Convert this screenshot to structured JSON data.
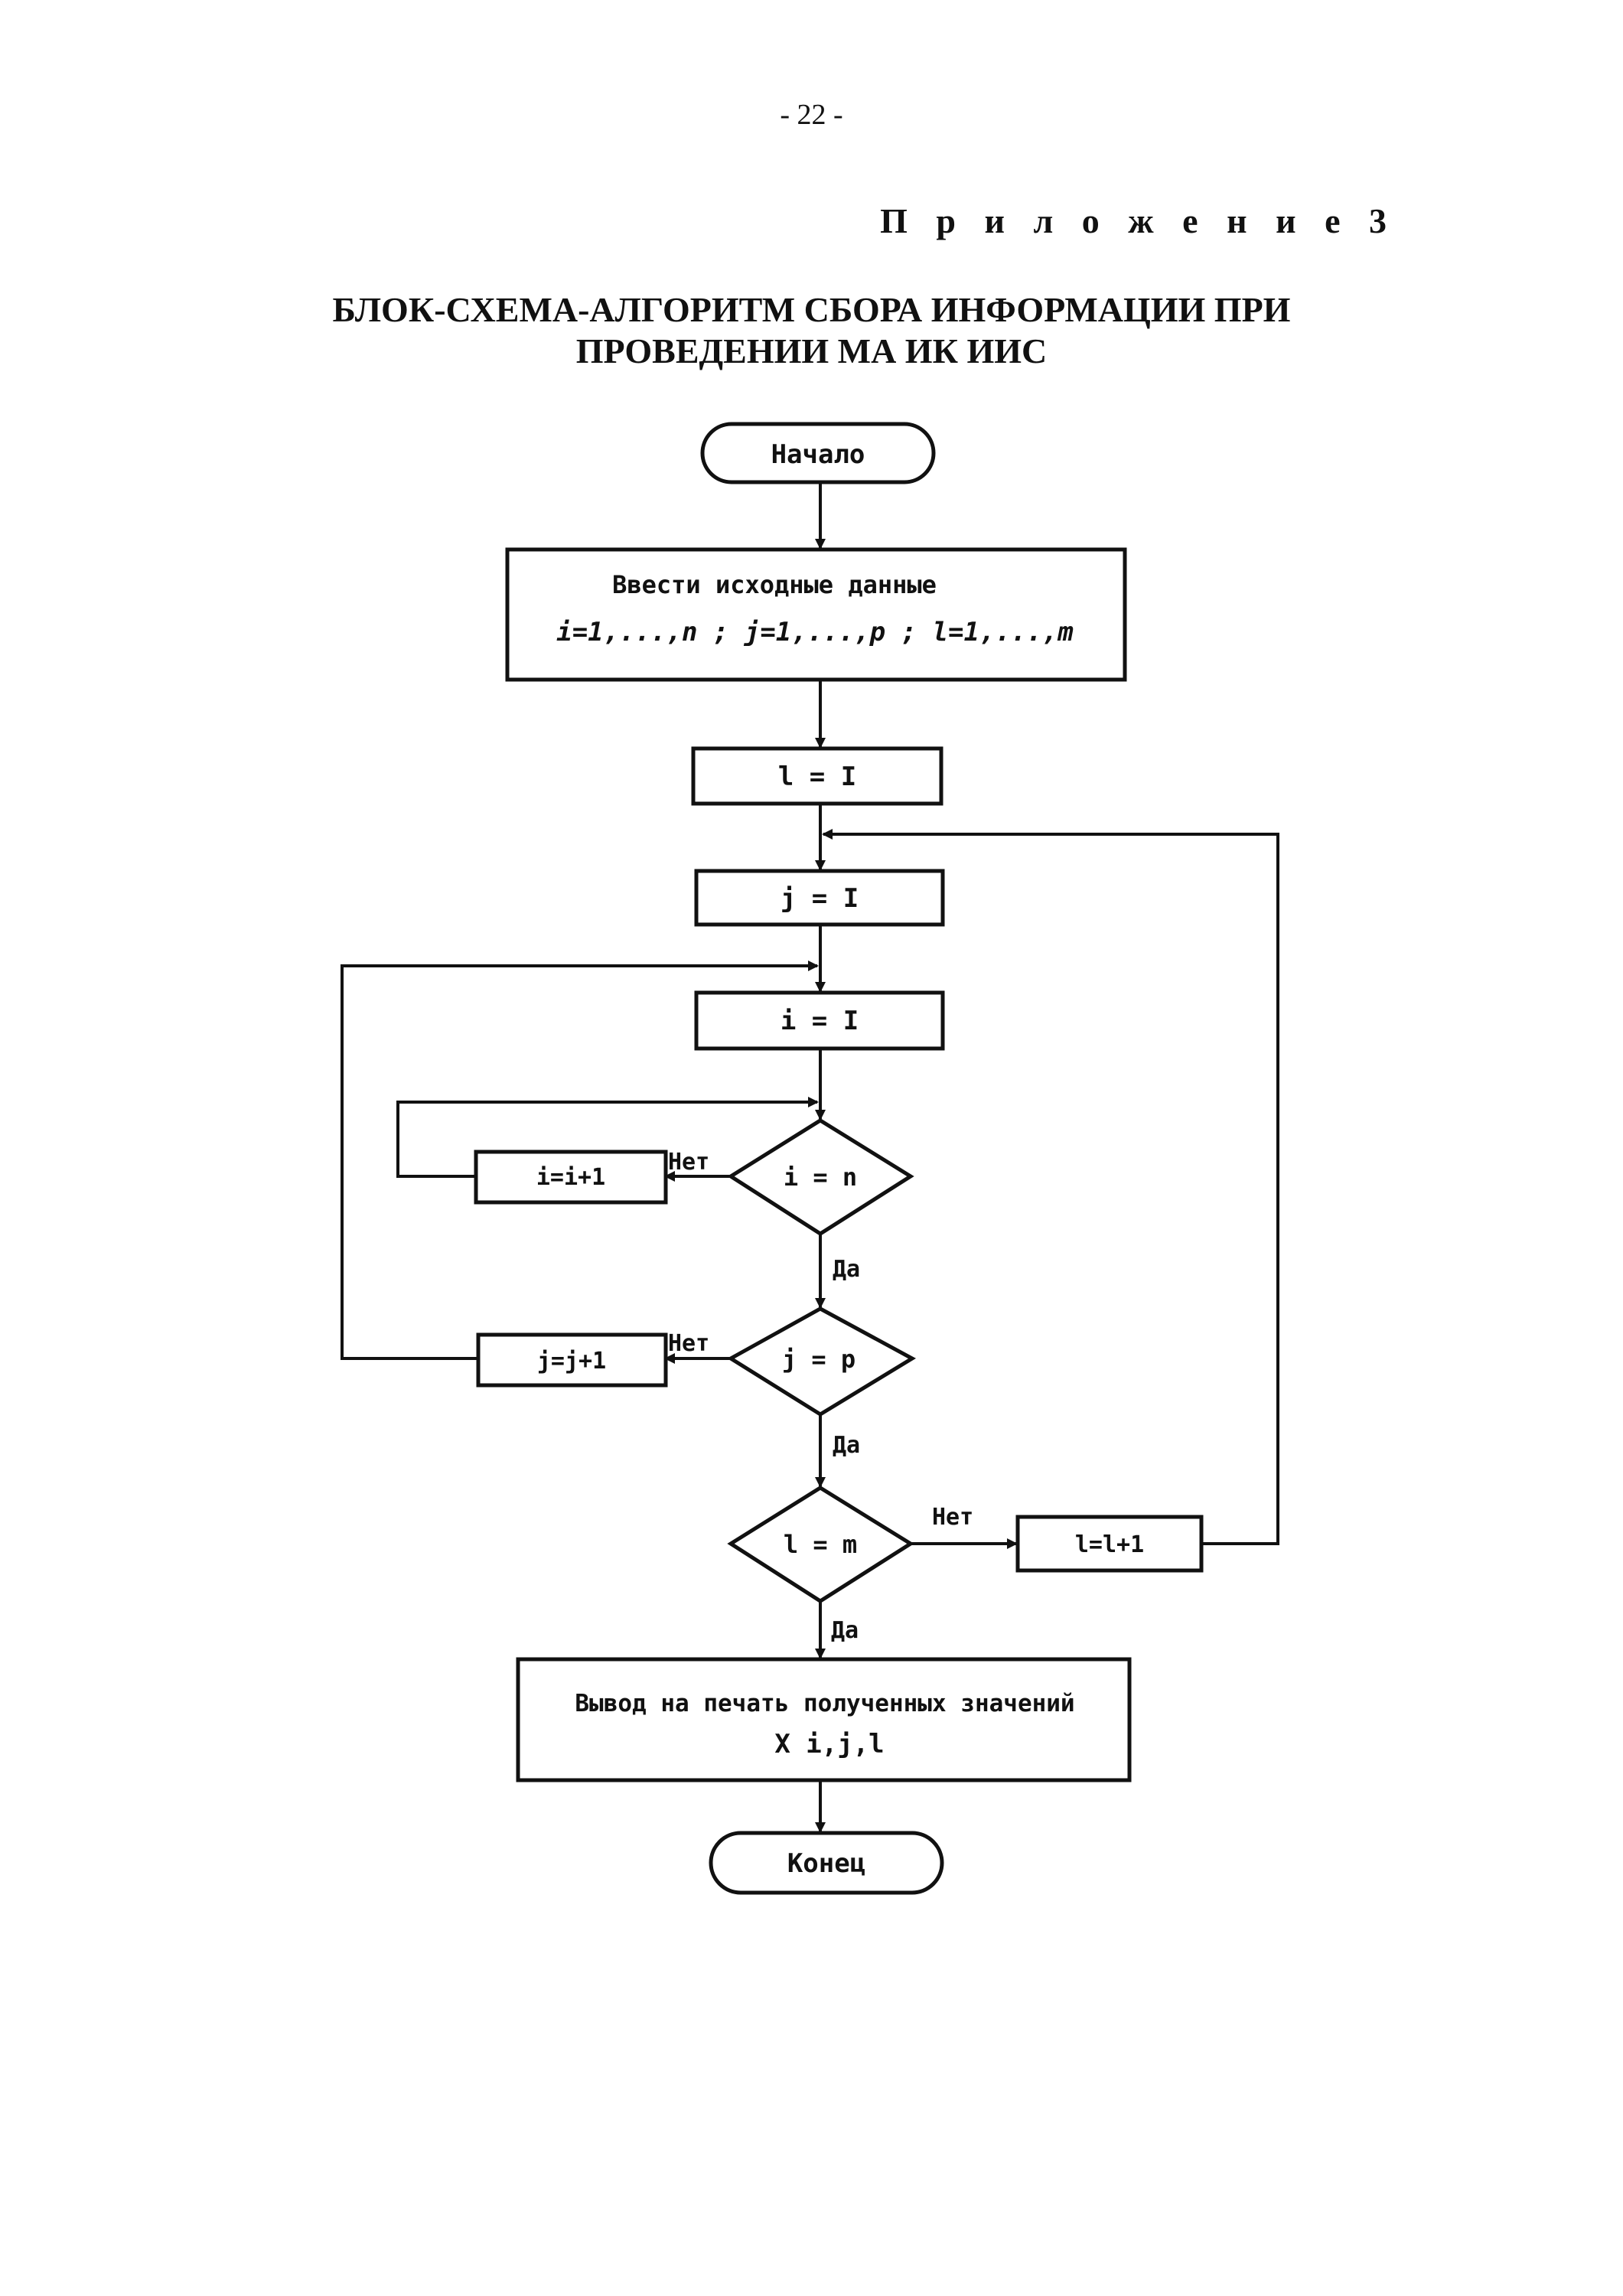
{
  "page_number": "- 22 -",
  "appendix_label": "П р и л о ж е н и е  3",
  "title_lines": [
    "БЛОК-СХЕМА-АЛГОРИТМ СБОРА ИНФОРМАЦИИ ПРИ",
    "ПРОВЕДЕНИИ МА ИК ИИС"
  ],
  "flowchart": {
    "start": "Начало",
    "input_block": {
      "line1": "Ввести исходные данные",
      "line2": "i=1,...,n ; j=1,...,p ;  l=1,...,m"
    },
    "init_l": "l = I",
    "init_j": "j = I",
    "init_i": "i = I",
    "cond_i": "i = n",
    "inc_i": "i=i+1",
    "cond_j": "j = p",
    "inc_j": "j=j+1",
    "cond_l": "l = m",
    "inc_l": "l=l+1",
    "output_block": {
      "line1": "Вывод на печать полученных значений",
      "line2": "X i,j,l"
    },
    "end": "Конец",
    "branch_no": "Нет",
    "branch_yes": "Да"
  }
}
